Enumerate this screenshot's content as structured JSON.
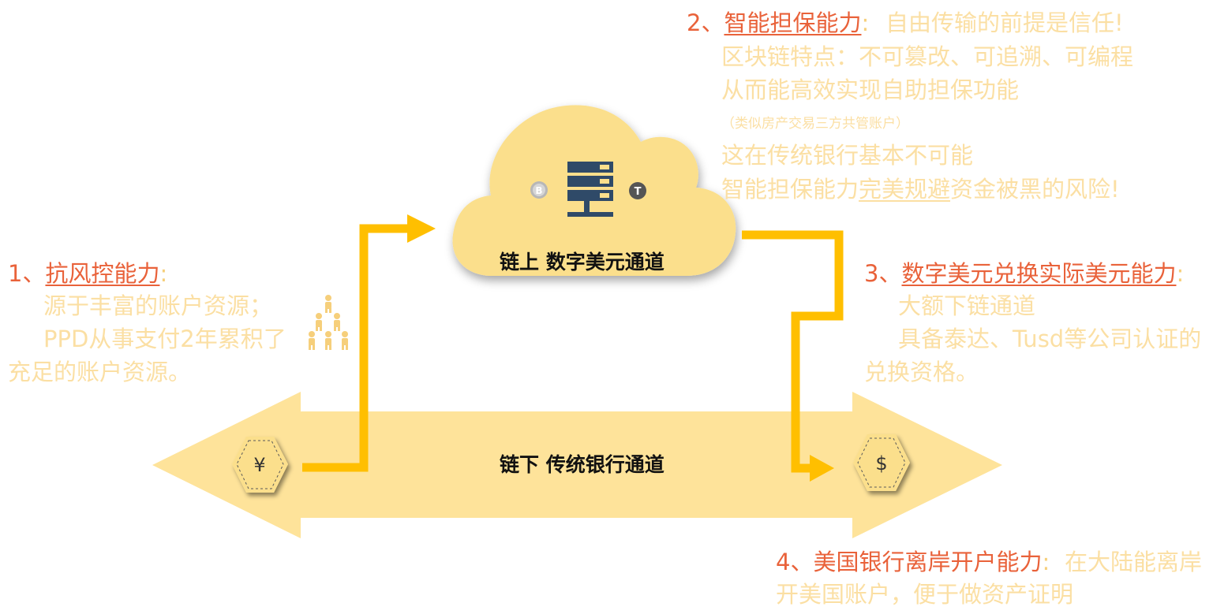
{
  "colors": {
    "band": "#fee39a",
    "cloud": "#fbdf8c",
    "connector": "#ffbf00",
    "heading": "#e9623a",
    "body": "#fbdfa3",
    "server": "#2f4a68"
  },
  "channels": {
    "onchain_label": "链上 数字美元通道",
    "offchain_label": "链下 传统银行通道"
  },
  "currency": {
    "yuan": "¥",
    "dollar": "$",
    "coin_left": "B",
    "coin_right": "T"
  },
  "item1": {
    "num": "1、",
    "title": "抗风控能力",
    "colon": ":",
    "line1": "源于丰富的账户资源；",
    "line2": "PPD从事支付2年累积了",
    "line3": "充足的账户资源。"
  },
  "item2": {
    "num": "2、",
    "title": "智能担保能力",
    "colon": ":",
    "tagline": "自由传输的前提是信任!",
    "line1": "区块链特点：不可篡改、可追溯、可编程",
    "line2": "从而能高效实现自助担保功能",
    "line3": "（类似房产交易三方共管账户）",
    "line4": "这在传统银行基本不可能",
    "line5_a": "智能担保能力",
    "line5_b": "完美规避",
    "line5_c": "资金被黑的风险!"
  },
  "item3": {
    "num": "3、",
    "title": "数字美元兑换实际美元能力",
    "colon": ":",
    "line1": "大额下链通道",
    "line2": "具备泰达、Tusd等公司认证的",
    "line3": "兑换资格。"
  },
  "item4": {
    "num": "4、",
    "title": "美国银行离岸开户能力",
    "colon": ":",
    "line1": "在大陆能离岸",
    "line2": "开美国账户，便于做资产证明"
  }
}
